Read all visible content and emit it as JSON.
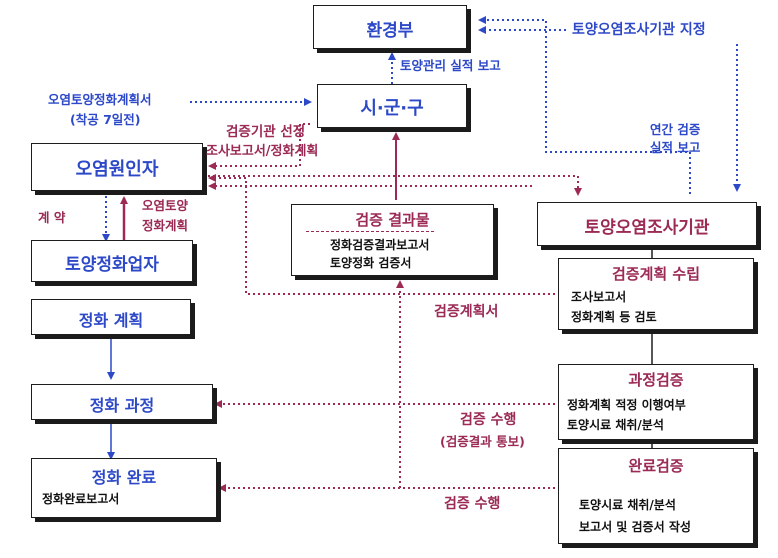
{
  "nodes": {
    "ministry": "환경부",
    "city": "시·군·구",
    "polluter": "오염원인자",
    "remediation_company": "토양정화업자",
    "soil_agency": "토양오염조사기관",
    "result": {
      "title": "검증 결과물",
      "lines": [
        "정화검증결과보고서",
        "토양정화 검증서"
      ]
    },
    "plan_verify": {
      "title": "검증계획 수립",
      "lines": [
        "조사보고서",
        "정화계획 등 검토"
      ]
    },
    "process_verify": {
      "title": "과정검증",
      "lines": [
        "정화계획 적정 이행여부",
        "토양시료 채취/분석"
      ]
    },
    "complete_verify": {
      "title": "완료검증",
      "lines": [
        "토양시료 채취/분석",
        "보고서 및 검증서 작성"
      ]
    },
    "plan": "정화 계획",
    "process": "정화 과정",
    "complete": {
      "title": "정화 완료",
      "lines": [
        "정화완료보고서"
      ]
    }
  },
  "labels": {
    "designation": "토양오염조사기관 지정",
    "performance_report": "토양관리 실적 보고",
    "plan_submit_1": "오염토양정화계획서",
    "plan_submit_2": "(착공 7일전)",
    "agency_select": "검증기관 선정",
    "report_plan": "조사보고서/정화계획",
    "annual_1": "연간 검증",
    "annual_2": "실적 보고",
    "contract": "계 약",
    "soil_plan_1": "오염토양",
    "soil_plan_2": "정화계획",
    "verify_plan_doc": "검증계획서",
    "verify_exec_1": "검증 수행",
    "verify_exec_1b": "(검증결과 통보)",
    "verify_exec_2": "검증 수행"
  },
  "colors": {
    "blue": "#2d49c8",
    "maroon": "#9b2a55",
    "black": "#1d1d1d"
  }
}
